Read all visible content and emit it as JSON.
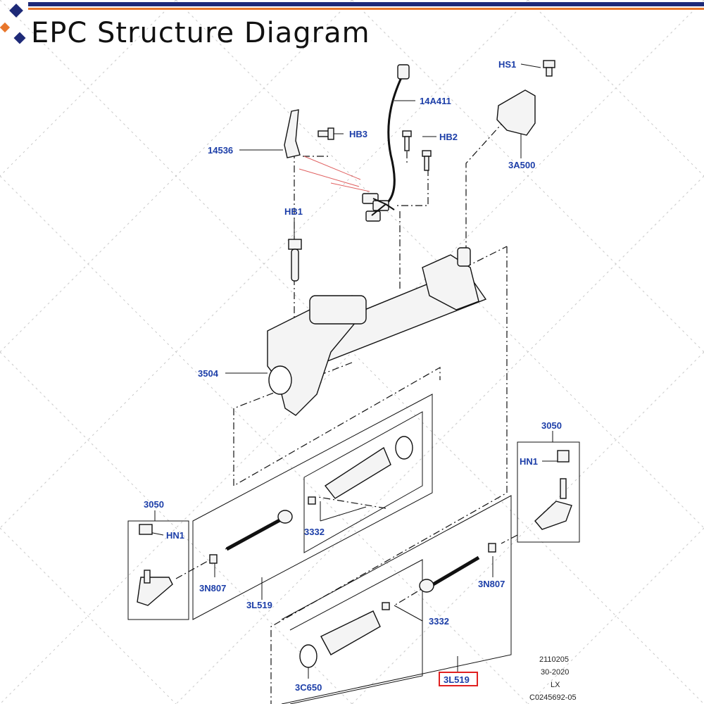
{
  "header": {
    "title": "EPC Structure Diagram",
    "accent_blue": "#1e2a78",
    "accent_orange": "#e8762b"
  },
  "parts": {
    "hs1": "HS1",
    "14a411": "14A411",
    "hb3": "HB3",
    "hb2": "HB2",
    "14536": "14536",
    "3a500": "3A500",
    "hb1": "HB1",
    "3504": "3504",
    "3050_right": "3050",
    "hn1_right": "HN1",
    "3050_left": "3050",
    "hn1_left": "HN1",
    "3332_upper": "3332",
    "3n807_left": "3N807",
    "3l519_left": "3L519",
    "3n807_right": "3N807",
    "3332_lower": "3332",
    "3c650": "3C650",
    "3l519_right": "3L519"
  },
  "highlight_color": "#e02020",
  "label_color": "#1c3ea8",
  "stamp": {
    "line1": "2110205",
    "line2": "30-2020",
    "line3": "LX",
    "line4": "C0245692-05"
  }
}
